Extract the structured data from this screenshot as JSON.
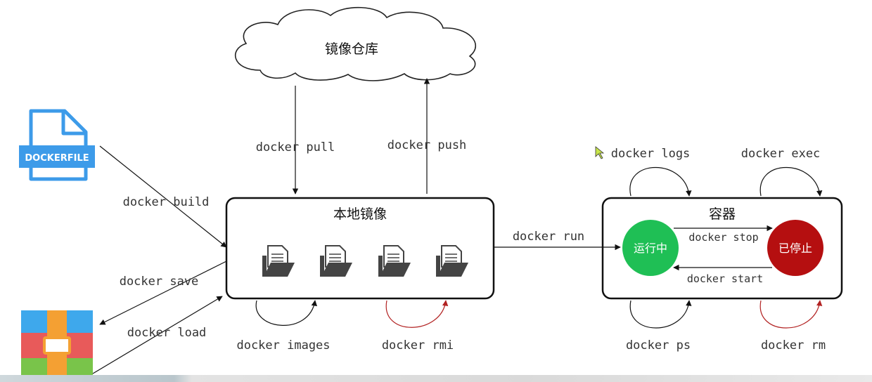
{
  "registry": {
    "label": "镜像仓库"
  },
  "dockerfile": {
    "label": "DOCKERFILE"
  },
  "local_images": {
    "title": "本地镜像"
  },
  "container": {
    "title": "容器",
    "running": "运行中",
    "stopped": "已停止"
  },
  "commands": {
    "pull": "docker pull",
    "push": "docker push",
    "build": "docker build",
    "save": "docker save",
    "load": "docker load",
    "images": "docker images",
    "rmi": "docker rmi",
    "run": "docker run",
    "logs": "docker logs",
    "exec": "docker exec",
    "stop": "docker stop",
    "start": "docker start",
    "ps": "docker ps",
    "rm": "docker rm"
  },
  "colors": {
    "running": "#1fbf55",
    "stopped": "#b50f10",
    "dockerfile": "#3d9be9",
    "archive_top": "#3ea8ec",
    "archive_mid": "#e85a5a",
    "archive_bottom": "#79c44a",
    "archive_strap": "#f4a033",
    "remove_arrow": "#b22222"
  }
}
